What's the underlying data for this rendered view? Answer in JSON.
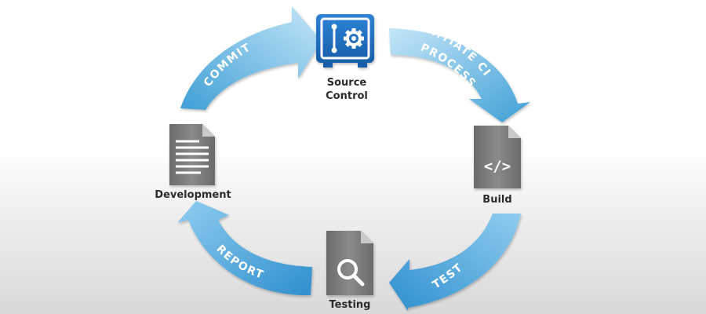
{
  "nodes": {
    "source_control": {
      "label": "Source\nControl",
      "icon": "safe-gear-icon",
      "color": "#1f6fc1"
    },
    "build": {
      "label": "Build",
      "icon": "code-document-icon",
      "glyph": "</>"
    },
    "testing": {
      "label": "Testing",
      "icon": "magnifier-document-icon"
    },
    "development": {
      "label": "Development",
      "icon": "text-document-icon"
    }
  },
  "arrows": {
    "commit": "COMMIT",
    "initiate": [
      "INITIATE CI",
      "PROCESS"
    ],
    "test": "TEST",
    "report": "REPORT"
  },
  "colors": {
    "arrow_light": "#a8d8f3",
    "arrow_dark": "#3f9fd6",
    "document_fill": "#7a7a7a",
    "document_fold": "#c9c9c9"
  }
}
